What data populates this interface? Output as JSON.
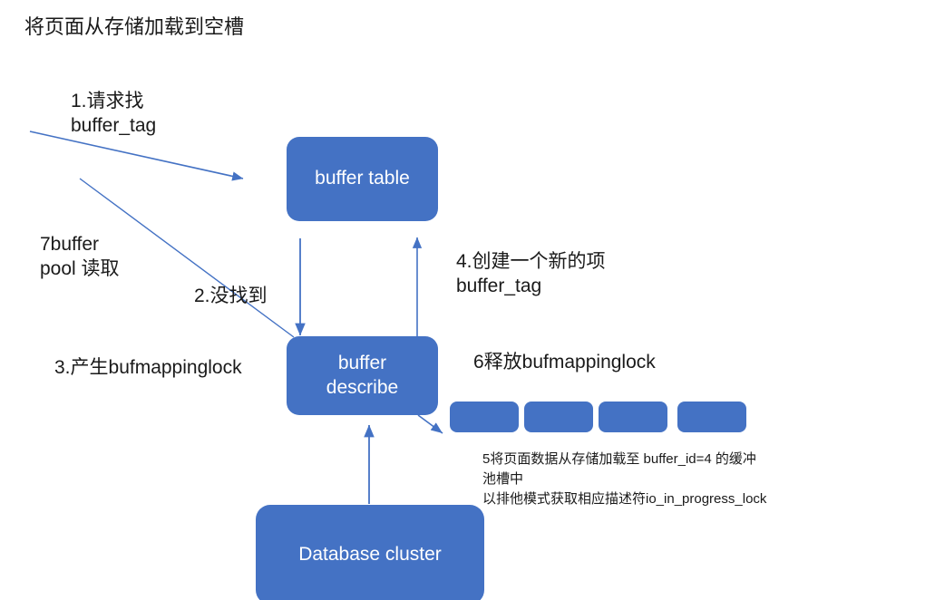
{
  "diagram": {
    "title": "将页面从存储加载到空槽",
    "accent_color": "#4472C4",
    "arrow_color": "#4472C4",
    "text_color": "#1a1a1a",
    "nodes": [
      {
        "id": "buffer-table",
        "label": "buffer table"
      },
      {
        "id": "buffer-describe",
        "label": "buffer\ndescribe"
      },
      {
        "id": "database-cluster",
        "label": "Database cluster"
      }
    ],
    "slots": [
      {
        "id": "slot-1",
        "label": ""
      },
      {
        "id": "slot-2",
        "label": ""
      },
      {
        "id": "slot-3",
        "label": ""
      },
      {
        "id": "slot-4",
        "label": ""
      }
    ],
    "labels": [
      {
        "id": "step-1",
        "text": "1.请求找\nbuffer_tag"
      },
      {
        "id": "step-7",
        "text": "7buffer\npool 读取"
      },
      {
        "id": "step-2",
        "text": "2.没找到"
      },
      {
        "id": "step-3",
        "text": "3.产生bufmappinglock"
      },
      {
        "id": "step-4",
        "text": "4.创建一个新的项\nbuffer_tag"
      },
      {
        "id": "step-6",
        "text": "6释放bufmappinglock"
      },
      {
        "id": "step-5",
        "text": "5将页面数据从存储加载至 buffer_id=4 的缓冲\n池槽中\n以排他模式获取相应描述符io_in_progress_lock"
      }
    ]
  }
}
